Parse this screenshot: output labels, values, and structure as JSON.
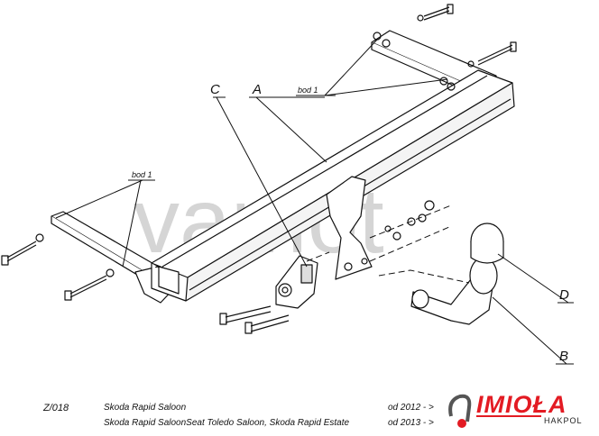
{
  "diagram": {
    "watermark": "vamot",
    "labels": {
      "a": "A",
      "b": "B",
      "c": "C",
      "d": "D",
      "bod_top": "bod 1",
      "bod_left": "bod 1"
    }
  },
  "footer": {
    "code": "Z/018",
    "rows": [
      {
        "model": "Skoda Rapid Saloon",
        "years": "od 2012 - >"
      },
      {
        "model": "Skoda Rapid SaloonSeat Toledo Saloon, Skoda Rapid Estate",
        "years": "od 2013 - >"
      }
    ]
  },
  "brand": {
    "name": "IMIOŁA",
    "sub": "HAKPOL",
    "color": "#e31b23"
  }
}
